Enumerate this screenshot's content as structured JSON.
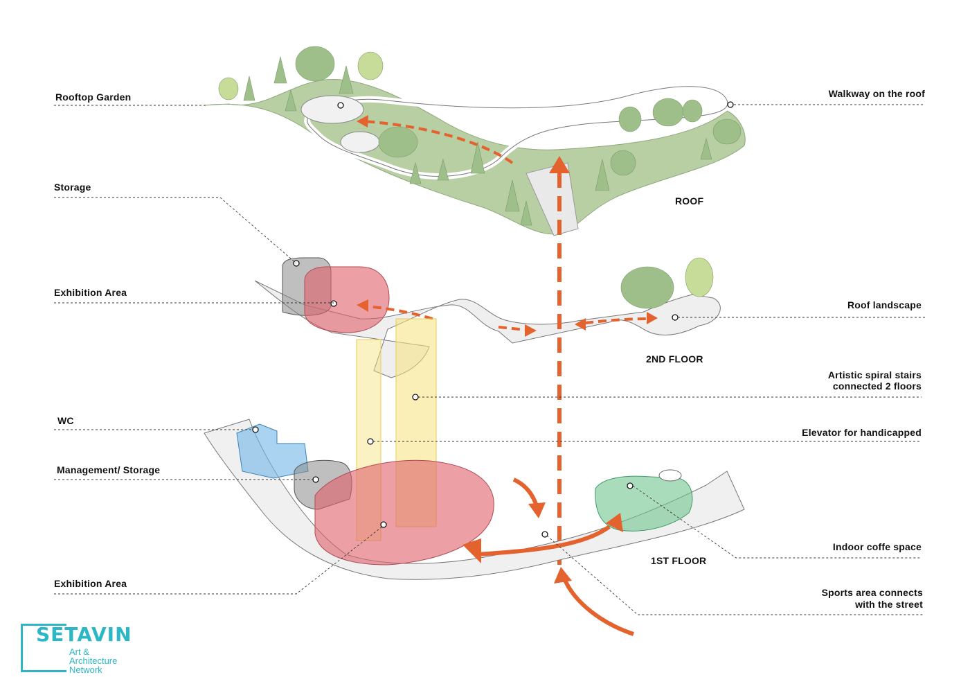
{
  "labels": {
    "rooftop_garden": "Rooftop Garden",
    "walkway_roof": "Walkway on the roof",
    "storage": "Storage",
    "roof": "ROOF",
    "exhibition_area_2f": "Exhibition Area",
    "roof_landscape": "Roof landscape",
    "second_floor": "2ND FLOOR",
    "spiral_stairs_1": "Artistic spiral stairs",
    "spiral_stairs_2": "connected 2 floors",
    "wc": "WC",
    "elevator": "Elevator for handicapped",
    "management": "Management/ Storage",
    "indoor_coffee": "Indoor coffe space",
    "first_floor": "1ST FLOOR",
    "exhibition_area_1f": "Exhibition Area",
    "sports_1": "Sports area connects",
    "sports_2": "with the street"
  },
  "logo": {
    "brand": "SETAVIN",
    "line1": "Art &",
    "line2": "Architecture",
    "line3": "Network"
  },
  "colors": {
    "exhibition": "#e0606a",
    "storage": "#8a8a8a",
    "wc": "#6fb6e6",
    "coffee": "#6fc48e",
    "stairs": "#f6e27a",
    "arrow": "#e4622d",
    "green": "#9fbf8a",
    "logo": "#2bb7c6"
  }
}
